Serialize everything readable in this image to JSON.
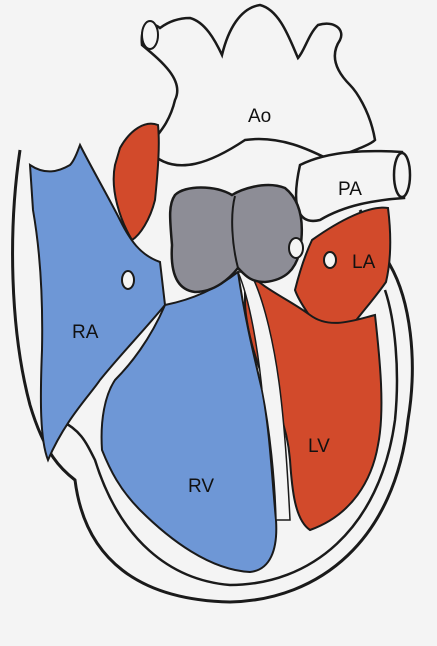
{
  "colors": {
    "background": "#f4f4f4",
    "right_heart_blue": "#6e97d6",
    "left_heart_red": "#d24a2b",
    "valves_gray": "#8d8d96",
    "outline": "#1a1a1a"
  },
  "labels": {
    "aorta": "Ao",
    "pulmonary_artery": "PA",
    "left_atrium": "LA",
    "right_atrium": "RA",
    "left_ventricle": "LV",
    "right_ventricle": "RV"
  }
}
